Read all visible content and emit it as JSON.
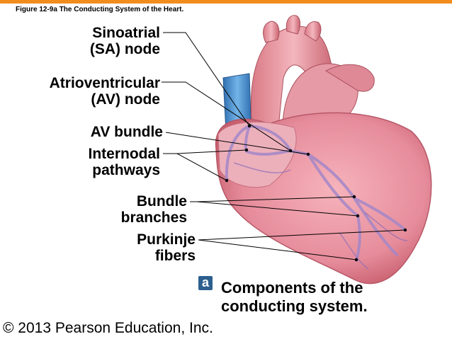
{
  "header": {
    "accent_color": "#f28c1e"
  },
  "figure_title": "Figure 12-9a  The Conducting System of the Heart.",
  "labels": {
    "sa_node": [
      "Sinoatrial",
      "(SA) node"
    ],
    "av_node": [
      "Atrioventricular",
      "(AV) node"
    ],
    "av_bundle": "AV bundle",
    "internodal": [
      "Internodal",
      "pathways"
    ],
    "bundle_branches": [
      "Bundle",
      "branches"
    ],
    "purkinje": [
      "Purkinje",
      "fibers"
    ]
  },
  "caption": {
    "badge": "a",
    "lines": [
      "Components of the",
      "conducting system."
    ]
  },
  "copyright": "© 2013 Pearson Education, Inc.",
  "colors": {
    "heart": "#e58a9a",
    "vessel_blue": "#4f94d4",
    "pathway": "#a487c8"
  }
}
